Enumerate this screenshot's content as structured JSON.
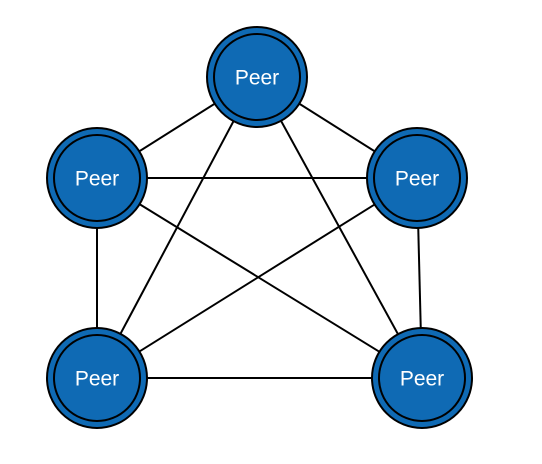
{
  "diagram": {
    "node_fill": "#0f6ab4",
    "line_color": "#000000",
    "nodes": [
      {
        "id": "top",
        "label": "Peer"
      },
      {
        "id": "upper-left",
        "label": "Peer"
      },
      {
        "id": "upper-right",
        "label": "Peer"
      },
      {
        "id": "lower-left",
        "label": "Peer"
      },
      {
        "id": "lower-right",
        "label": "Peer"
      }
    ],
    "edges": [
      [
        "top",
        "upper-left"
      ],
      [
        "top",
        "upper-right"
      ],
      [
        "top",
        "lower-left"
      ],
      [
        "top",
        "lower-right"
      ],
      [
        "upper-left",
        "upper-right"
      ],
      [
        "upper-left",
        "lower-left"
      ],
      [
        "upper-left",
        "lower-right"
      ],
      [
        "upper-right",
        "lower-left"
      ],
      [
        "upper-right",
        "lower-right"
      ],
      [
        "lower-left",
        "lower-right"
      ]
    ]
  }
}
